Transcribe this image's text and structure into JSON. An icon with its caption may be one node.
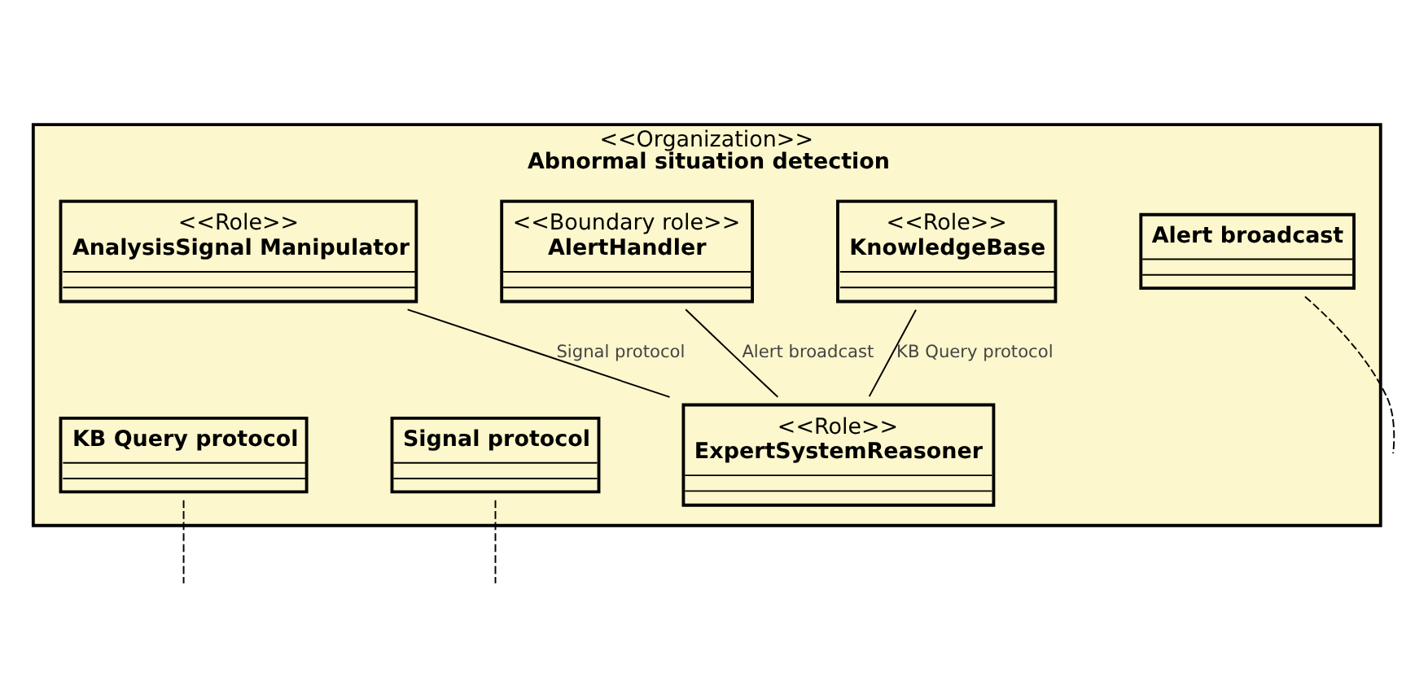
{
  "diagram": {
    "nodes": [
      {
        "text": [
          "<<Organization>>",
          "Abnormal situation detection"
        ]
      },
      {
        "text": [
          "<<Role>>",
          "KnowledgeBase"
        ],
        "in": 0
      },
      {
        "text": [
          "<<Boundary role>>",
          "AlertHandler"
        ],
        "in": 0
      },
      {
        "text": [
          "<<Role>>",
          "AnalysisSignal Manipulator"
        ],
        "in": 0
      },
      {
        "text": [
          "Alert broadcast"
        ],
        "in": 0
      },
      {
        "text": [
          "KB Query protocol"
        ],
        "in": 0
      },
      {
        "text": [
          "<<Role>>",
          "ExpertSystemReasoner"
        ],
        "in": 0
      },
      {
        "text": [
          "Signal protocol"
        ],
        "in": 0
      }
    ],
    "edges": [
      {
        "from": 1,
        "to": 6,
        "arrow": "none",
        "label": "KB Query protocol"
      },
      {
        "from": 6,
        "to": 2,
        "arrow": "none",
        "label": "Alert broadcast"
      },
      {
        "from": 3,
        "to": 6,
        "arrow": "none",
        "label": "Signal protocol"
      },
      {
        "from": 4,
        "to": null,
        "arrow": "none",
        "style": "dashed"
      },
      {
        "from": 5,
        "to": null,
        "arrow": "none",
        "style": "dashed"
      },
      {
        "from": 7,
        "to": null,
        "arrow": "none",
        "style": "dashed"
      }
    ]
  }
}
